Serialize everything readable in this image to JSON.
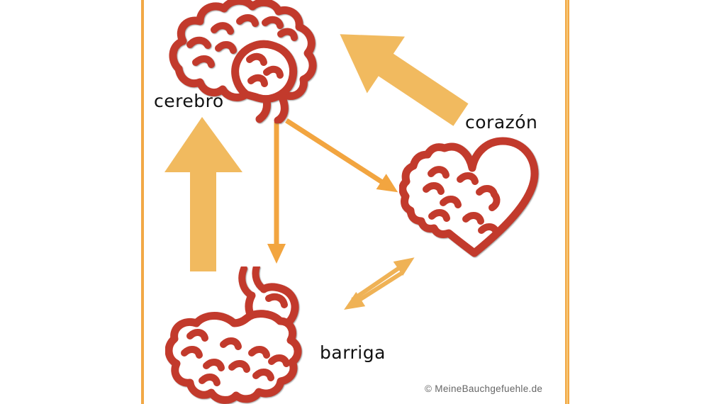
{
  "diagram_title": "",
  "nodes": [
    {
      "id": "cerebro",
      "label": "cerebro",
      "organ": "brain"
    },
    {
      "id": "corazon",
      "label": "corazón",
      "organ": "heart"
    },
    {
      "id": "barriga",
      "label": "barriga",
      "organ": "gut"
    }
  ],
  "edges": [
    {
      "from": "corazón",
      "to": "cerebro",
      "style": "large-block-arrow"
    },
    {
      "from": "barriga",
      "to": "cerebro",
      "style": "large-block-arrow"
    },
    {
      "from": "cerebro",
      "to": "corazón",
      "style": "thin-arrow"
    },
    {
      "from": "cerebro",
      "to": "barriga",
      "style": "thin-arrow"
    },
    {
      "from": "barriga",
      "to": "corazón",
      "style": "thin-double-arrow",
      "bidirectional": true
    }
  ],
  "watermark": {
    "text": "© MeineBauchgefuehle.de"
  },
  "colors": {
    "organ_red": "#C23A2C",
    "arrow_large": "#F1BA5F",
    "arrow_thin": "#F2A540",
    "arrow_double": "#EFB256",
    "frame": "#F2A846",
    "label": "#111111",
    "watermark": "#666666",
    "background": "#FFFFFF"
  }
}
